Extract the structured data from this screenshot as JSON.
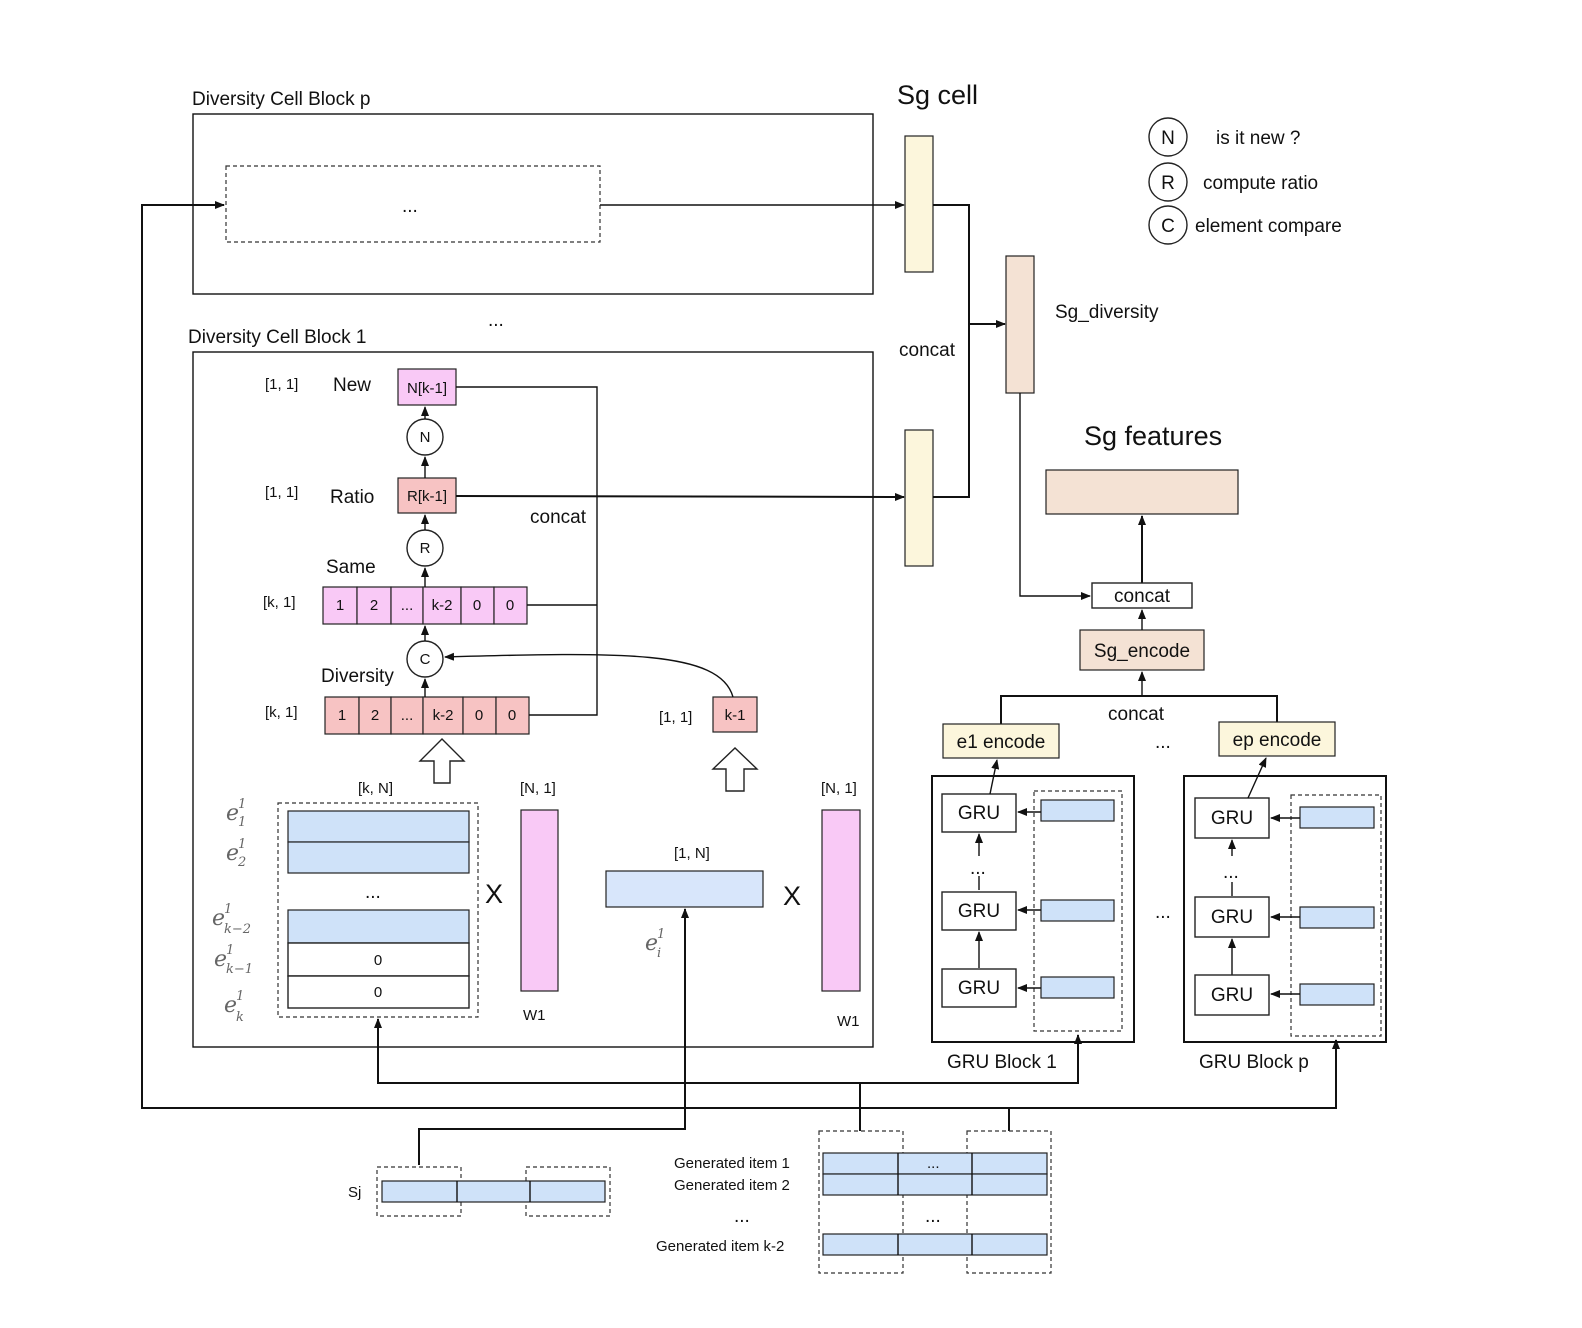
{
  "diagram": {
    "block_p_title": "Diversity Cell Block p",
    "block_1_title": "Diversity Cell Block  1",
    "sg_cell_title": "Sg cell",
    "ellipsis": "...",
    "legend": [
      {
        "symbol": "N",
        "text": "is it new ?"
      },
      {
        "symbol": "R",
        "text": "compute ratio"
      },
      {
        "symbol": "C",
        "text": "element compare"
      }
    ],
    "sg_diversity": "Sg_diversity",
    "concat": "concat",
    "sg_features": "Sg features",
    "sg_encode": "Sg_encode",
    "e1_encode": "e1 encode",
    "ep_encode": "ep encode",
    "gru": "GRU",
    "gru_block_1": "GRU Block 1",
    "gru_block_p": "GRU Block p",
    "dims": {
      "one_one": "[1, 1]",
      "k_one": "[k, 1]",
      "k_n": "[k, N]",
      "n_one": "[N, 1]",
      "one_n": "[1, N]"
    },
    "rows": {
      "new": "New",
      "ratio": "Ratio",
      "same": "Same",
      "diversity": "Diversity"
    },
    "cells": {
      "new_cell": "N[k-1]",
      "ratio_cell": "R[k-1]",
      "km1": "k-1",
      "vector": [
        "1",
        "2",
        "...",
        "k-2",
        "0",
        "0"
      ]
    },
    "ops": {
      "n": "N",
      "r": "R",
      "c": "C"
    },
    "matrix_zeros": [
      "0",
      "0"
    ],
    "times": "X",
    "w1": "W1",
    "sj": "Sj",
    "generated": {
      "item1": "Generated item 1",
      "item2": "Generated item 2",
      "itemk2": "Generated item  k-2"
    }
  }
}
